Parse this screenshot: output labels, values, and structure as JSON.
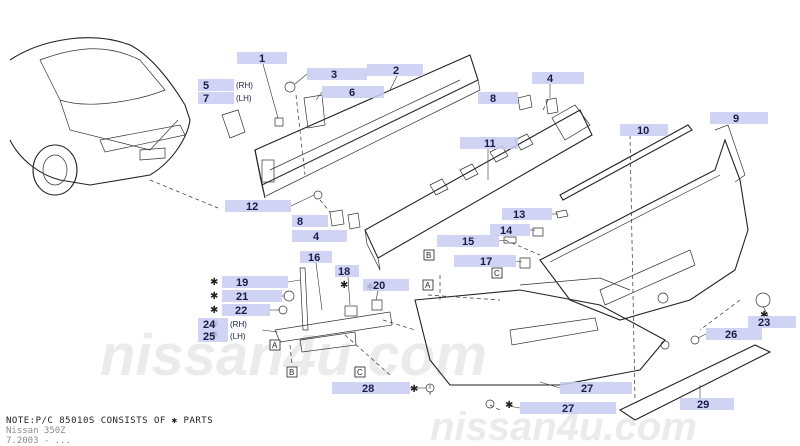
{
  "diagram": {
    "callouts": [
      {
        "id": "c1",
        "text": "1"
      },
      {
        "id": "c2",
        "text": "2"
      },
      {
        "id": "c3",
        "text": "3"
      },
      {
        "id": "c4a",
        "text": "4"
      },
      {
        "id": "c4b",
        "text": "4"
      },
      {
        "id": "c5",
        "text": "5"
      },
      {
        "id": "c6",
        "text": "6"
      },
      {
        "id": "c7",
        "text": "7"
      },
      {
        "id": "c8a",
        "text": "8"
      },
      {
        "id": "c8b",
        "text": "8"
      },
      {
        "id": "c9",
        "text": "9"
      },
      {
        "id": "c10",
        "text": "10"
      },
      {
        "id": "c11",
        "text": "11"
      },
      {
        "id": "c12",
        "text": "12"
      },
      {
        "id": "c13",
        "text": "13"
      },
      {
        "id": "c14",
        "text": "14"
      },
      {
        "id": "c15",
        "text": "15"
      },
      {
        "id": "c16",
        "text": "16"
      },
      {
        "id": "c17",
        "text": "17"
      },
      {
        "id": "c18",
        "text": "18"
      },
      {
        "id": "c19",
        "text": "19"
      },
      {
        "id": "c20",
        "text": "20"
      },
      {
        "id": "c21",
        "text": "21"
      },
      {
        "id": "c22",
        "text": "22"
      },
      {
        "id": "c23",
        "text": "23"
      },
      {
        "id": "c24",
        "text": "24"
      },
      {
        "id": "c25",
        "text": "25"
      },
      {
        "id": "c26",
        "text": "26"
      },
      {
        "id": "c27a",
        "text": "27"
      },
      {
        "id": "c27b",
        "text": "27"
      },
      {
        "id": "c28",
        "text": "28"
      },
      {
        "id": "c29",
        "text": "29"
      }
    ],
    "side_tags": {
      "rh": "(RH)",
      "lh": "(LH)"
    },
    "box_letters": {
      "a": "A",
      "b": "B",
      "c": "C"
    },
    "note": "NOTE:P/C 85010S CONSISTS OF ✱ PARTS",
    "watermark": "nissan4u.com",
    "footer": {
      "model": "Nissan 350Z",
      "date": "7.2003 - ..."
    }
  }
}
